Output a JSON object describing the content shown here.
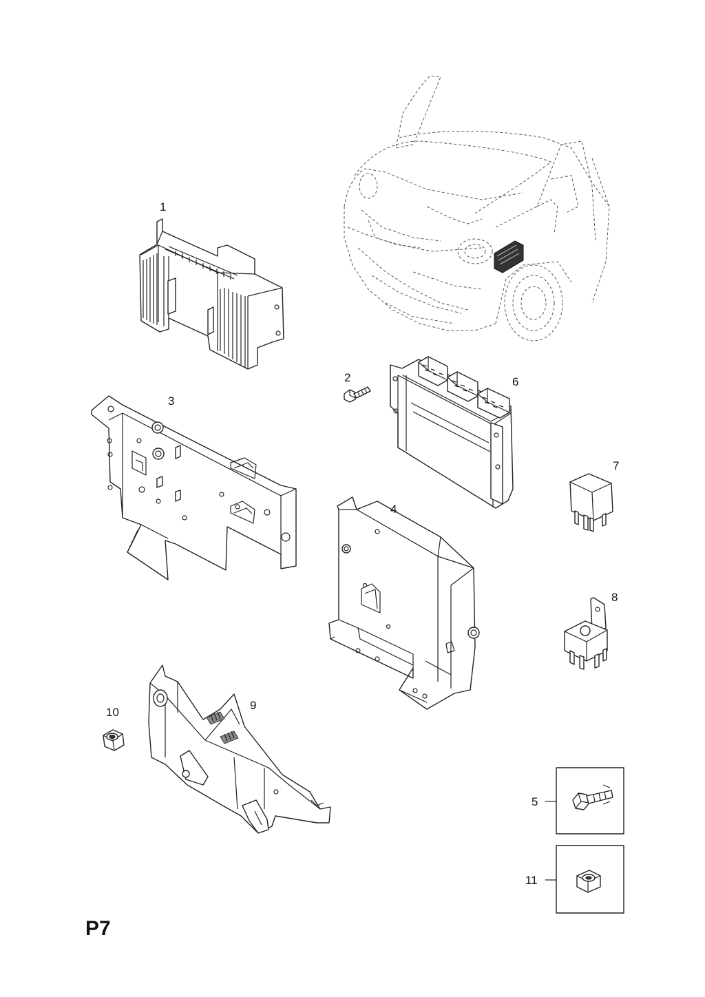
{
  "page": {
    "code": "P7"
  },
  "callouts": {
    "c1": "1",
    "c2": "2",
    "c3": "3",
    "c4": "4",
    "c5": "5",
    "c6": "6",
    "c7": "7",
    "c8": "8",
    "c9": "9",
    "c10": "10",
    "c11": "11"
  },
  "icons": [
    "control-module",
    "bolt",
    "mounting-plate",
    "bracket",
    "relay",
    "nut",
    "vehicle-front-view"
  ]
}
